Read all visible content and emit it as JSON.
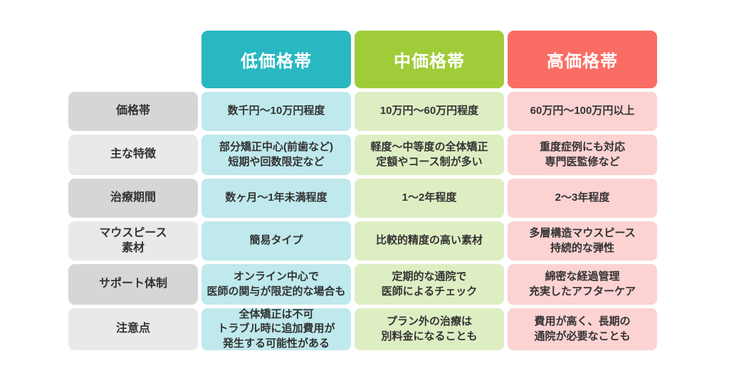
{
  "chart_data": {
    "type": "table",
    "title": "",
    "columns": [
      {
        "id": "low",
        "label": "低価格帯",
        "header_color": "#29b8c2",
        "cell_color": "#bfe9ec"
      },
      {
        "id": "mid",
        "label": "中価格帯",
        "header_color": "#a0cc3a",
        "cell_color": "#deeec3"
      },
      {
        "id": "high",
        "label": "高価格帯",
        "header_color": "#fa6d64",
        "cell_color": "#fcd2d2"
      }
    ],
    "rows": [
      {
        "label": "価格帯",
        "cells": [
          "数千円〜10万円程度",
          "10万円〜60万円程度",
          "60万円〜100万円以上"
        ]
      },
      {
        "label": "主な特徴",
        "cells": [
          "部分矯正中心(前歯など)\n短期や回数限定など",
          "軽度〜中等度の全体矯正\n定額やコース制が多い",
          "重度症例にも対応\n専門医監修など"
        ]
      },
      {
        "label": "治療期間",
        "cells": [
          "数ヶ月〜1年未満程度",
          "1〜2年程度",
          "2〜3年程度"
        ]
      },
      {
        "label": "マウスピース\n素材",
        "cells": [
          "簡易タイプ",
          "比較的精度の高い素材",
          "多層構造マウスピース\n持続的な弾性"
        ]
      },
      {
        "label": "サポート体制",
        "cells": [
          "オンライン中心で\n医師の関与が限定的な場合も",
          "定期的な通院で\n医師によるチェック",
          "綿密な経過管理\n充実したアフターケア"
        ]
      },
      {
        "label": "注意点",
        "cells": [
          "全体矯正は不可\nトラブル時に追加費用が\n発生する可能性がある",
          "プラン外の治療は\n別料金になることも",
          "費用が高く、長期の\n通院が必要なことも"
        ]
      }
    ],
    "row_label_colors": {
      "odd": "#d6d6d6",
      "even": "#e9e9e9"
    },
    "colors": {
      "background": "#ffffff",
      "header_text": "#ffffff",
      "cell_text": "#333333"
    }
  }
}
